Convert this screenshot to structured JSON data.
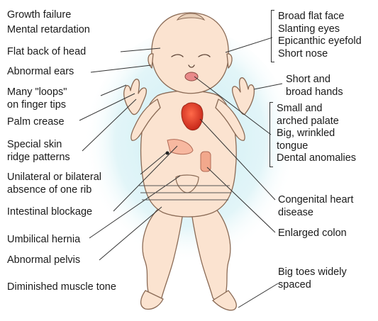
{
  "labels": {
    "growth_failure": "Growth failure",
    "mental_retardation": "Mental retardation",
    "flat_back_of_head": "Flat back of head",
    "abnormal_ears": "Abnormal ears",
    "loops_on_finger_tips": "Many \"loops\"\non finger tips",
    "palm_crease": "Palm crease",
    "special_skin_ridge": "Special skin\nridge patterns",
    "absence_of_rib": "Unilateral or bilateral\nabsence of one rib",
    "intestinal_blockage": "Intestinal blockage",
    "umbilical_hernia": "Umbilical hernia",
    "abnormal_pelvis": "Abnormal pelvis",
    "diminished_muscle_tone": "Diminished muscle tone",
    "face_group": "Broad flat face\nSlanting eyes\nEpicanthic eyefold\nShort nose",
    "short_broad_hands": "Short and\nbroad hands",
    "palate_group": "Small and\narched palate\nBig, wrinkled\ntongue\nDental anomalies",
    "congenital_heart": "Congenital heart\ndisease",
    "enlarged_colon": "Enlarged colon",
    "big_toes": "Big toes widely\nspaced"
  },
  "colors": {
    "skin": "#fbe3d0",
    "skin_outline": "#8a6a55",
    "heart": "#e0402a",
    "organ": "#f2a88c",
    "glow": "#d3eef3",
    "leader": "#333333"
  }
}
